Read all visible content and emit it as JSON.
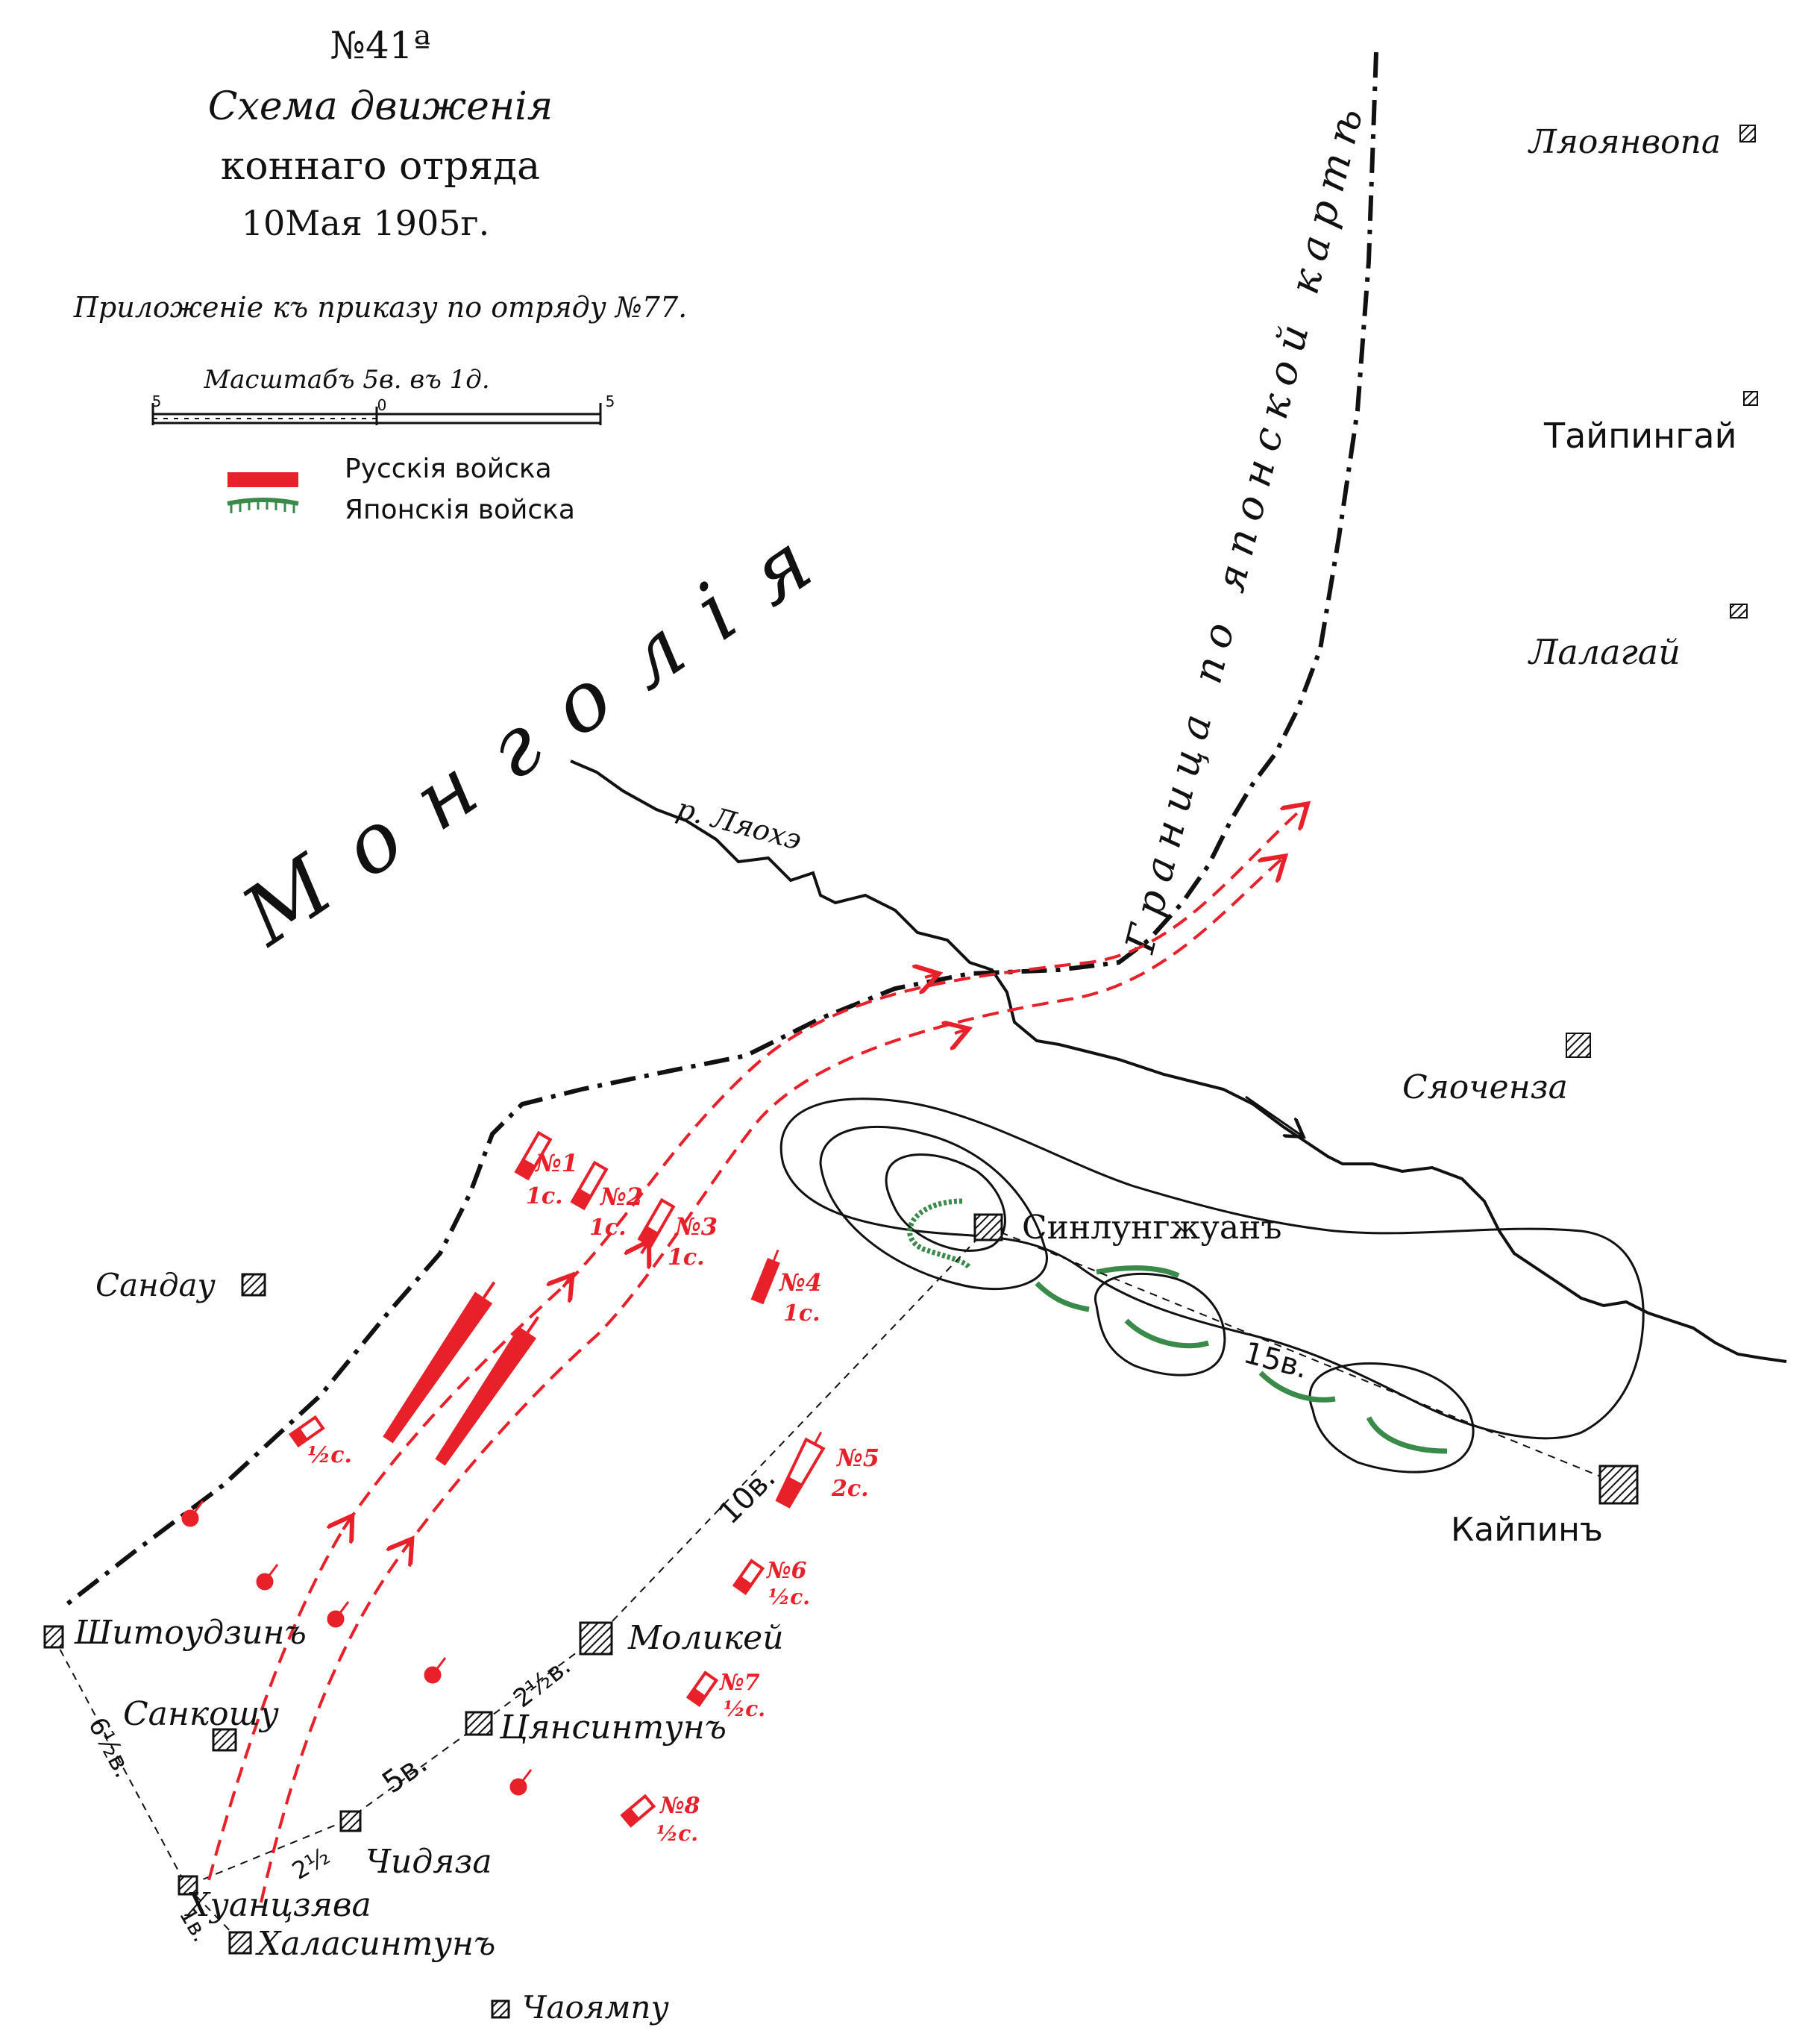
{
  "title": {
    "number": "№41ª",
    "line1": "Схема движенія",
    "line2": "коннаго отряда",
    "date": "10Мая 1905г.",
    "appendix": "Приложеніе къ приказу по отряду №77."
  },
  "scale": {
    "label": "Масштабъ 5в. въ 1д.",
    "left": "5",
    "zero": "0",
    "right": "5"
  },
  "legend": {
    "russian": "Русскія войска",
    "japanese": "Японскія войска"
  },
  "colors": {
    "russian": "#e8202a",
    "japanese": "#3a8a4a",
    "ink": "#111111"
  },
  "regions": {
    "mongolia": "Монголія"
  },
  "features": {
    "river": "р. Ляохэ",
    "border": "Граница по японской картѣ"
  },
  "places": {
    "lyaoyanvopa": "Ляоянвопа",
    "taipingai": "Тайпингай",
    "lalagai": "Лалагай",
    "syaochenza": "Сяоченза",
    "sinlunzhuan": "Синлунгжуанъ",
    "kaipin": "Кайпинъ",
    "sandau": "Сандау",
    "shitoudzin": "Шитоудзинъ",
    "sankoshu": "Санкошу",
    "molikei": "Моликей",
    "tsyansintun": "Цянсинтунъ",
    "chidyaza": "Чидяза",
    "khuantsyava": "Хуанцзява",
    "khalasintun": "Халасинтунъ",
    "chaoyampu": "Чаоямпу"
  },
  "distances": {
    "d_15v": "15в.",
    "d_10v": "10в.",
    "d_2_5v": "2½в.",
    "d_5v": "5в.",
    "d_2_5": "2½",
    "d_6_5v": "6½в.",
    "d_1v": "1в."
  },
  "units": [
    {
      "id": "№1",
      "size": "1с."
    },
    {
      "id": "№2",
      "size": "1с."
    },
    {
      "id": "№3",
      "size": "1с."
    },
    {
      "id": "№4",
      "size": "1с."
    },
    {
      "id": "№5",
      "size": "2с."
    },
    {
      "id": "№6",
      "size": "½с."
    },
    {
      "id": "№7",
      "size": "½с."
    },
    {
      "id": "№8",
      "size": "½с."
    }
  ],
  "half_squadron": "½с."
}
